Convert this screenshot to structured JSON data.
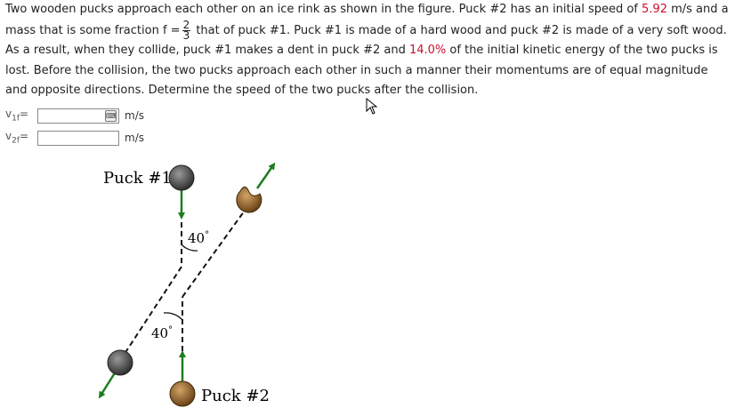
{
  "problem": {
    "p1": "Two wooden pucks approach each other on an ice rink as shown in the figure. Puck #2 has an initial speed of ",
    "speed": "5.92",
    "p2": " m/s and a mass that is some fraction ",
    "f_label": "f =",
    "frac_num": "2",
    "frac_den": "3",
    "p3": " that of puck #1. Puck #1 is made of a hard wood and puck #2 is made of a very soft wood. As a result, when they collide, puck #1 makes a dent in puck #2 and ",
    "percent": "14.0%",
    "p4": " of the initial kinetic energy of the two pucks is lost. Before the collision, the two pucks approach each other in such a manner their momentums are of equal magnitude and opposite directions. Determine the speed of the two pucks after the collision."
  },
  "answers": [
    {
      "var": "v",
      "sub": "1f",
      "eq": "=",
      "value": "",
      "unit": "m/s"
    },
    {
      "var": "v",
      "sub": "2f",
      "eq": "=",
      "value": "",
      "unit": "m/s"
    }
  ],
  "figure": {
    "puck1_label": "Puck #1",
    "puck2_label": "Puck #2",
    "angle_top": "40",
    "angle_bottom": "40",
    "degree": "°"
  },
  "colors": {
    "text_highlight": "#c8102e",
    "arrow": "#1e7d1e",
    "puck_dark": "#4a4a4a",
    "puck_brown": "#9b6a2f"
  }
}
